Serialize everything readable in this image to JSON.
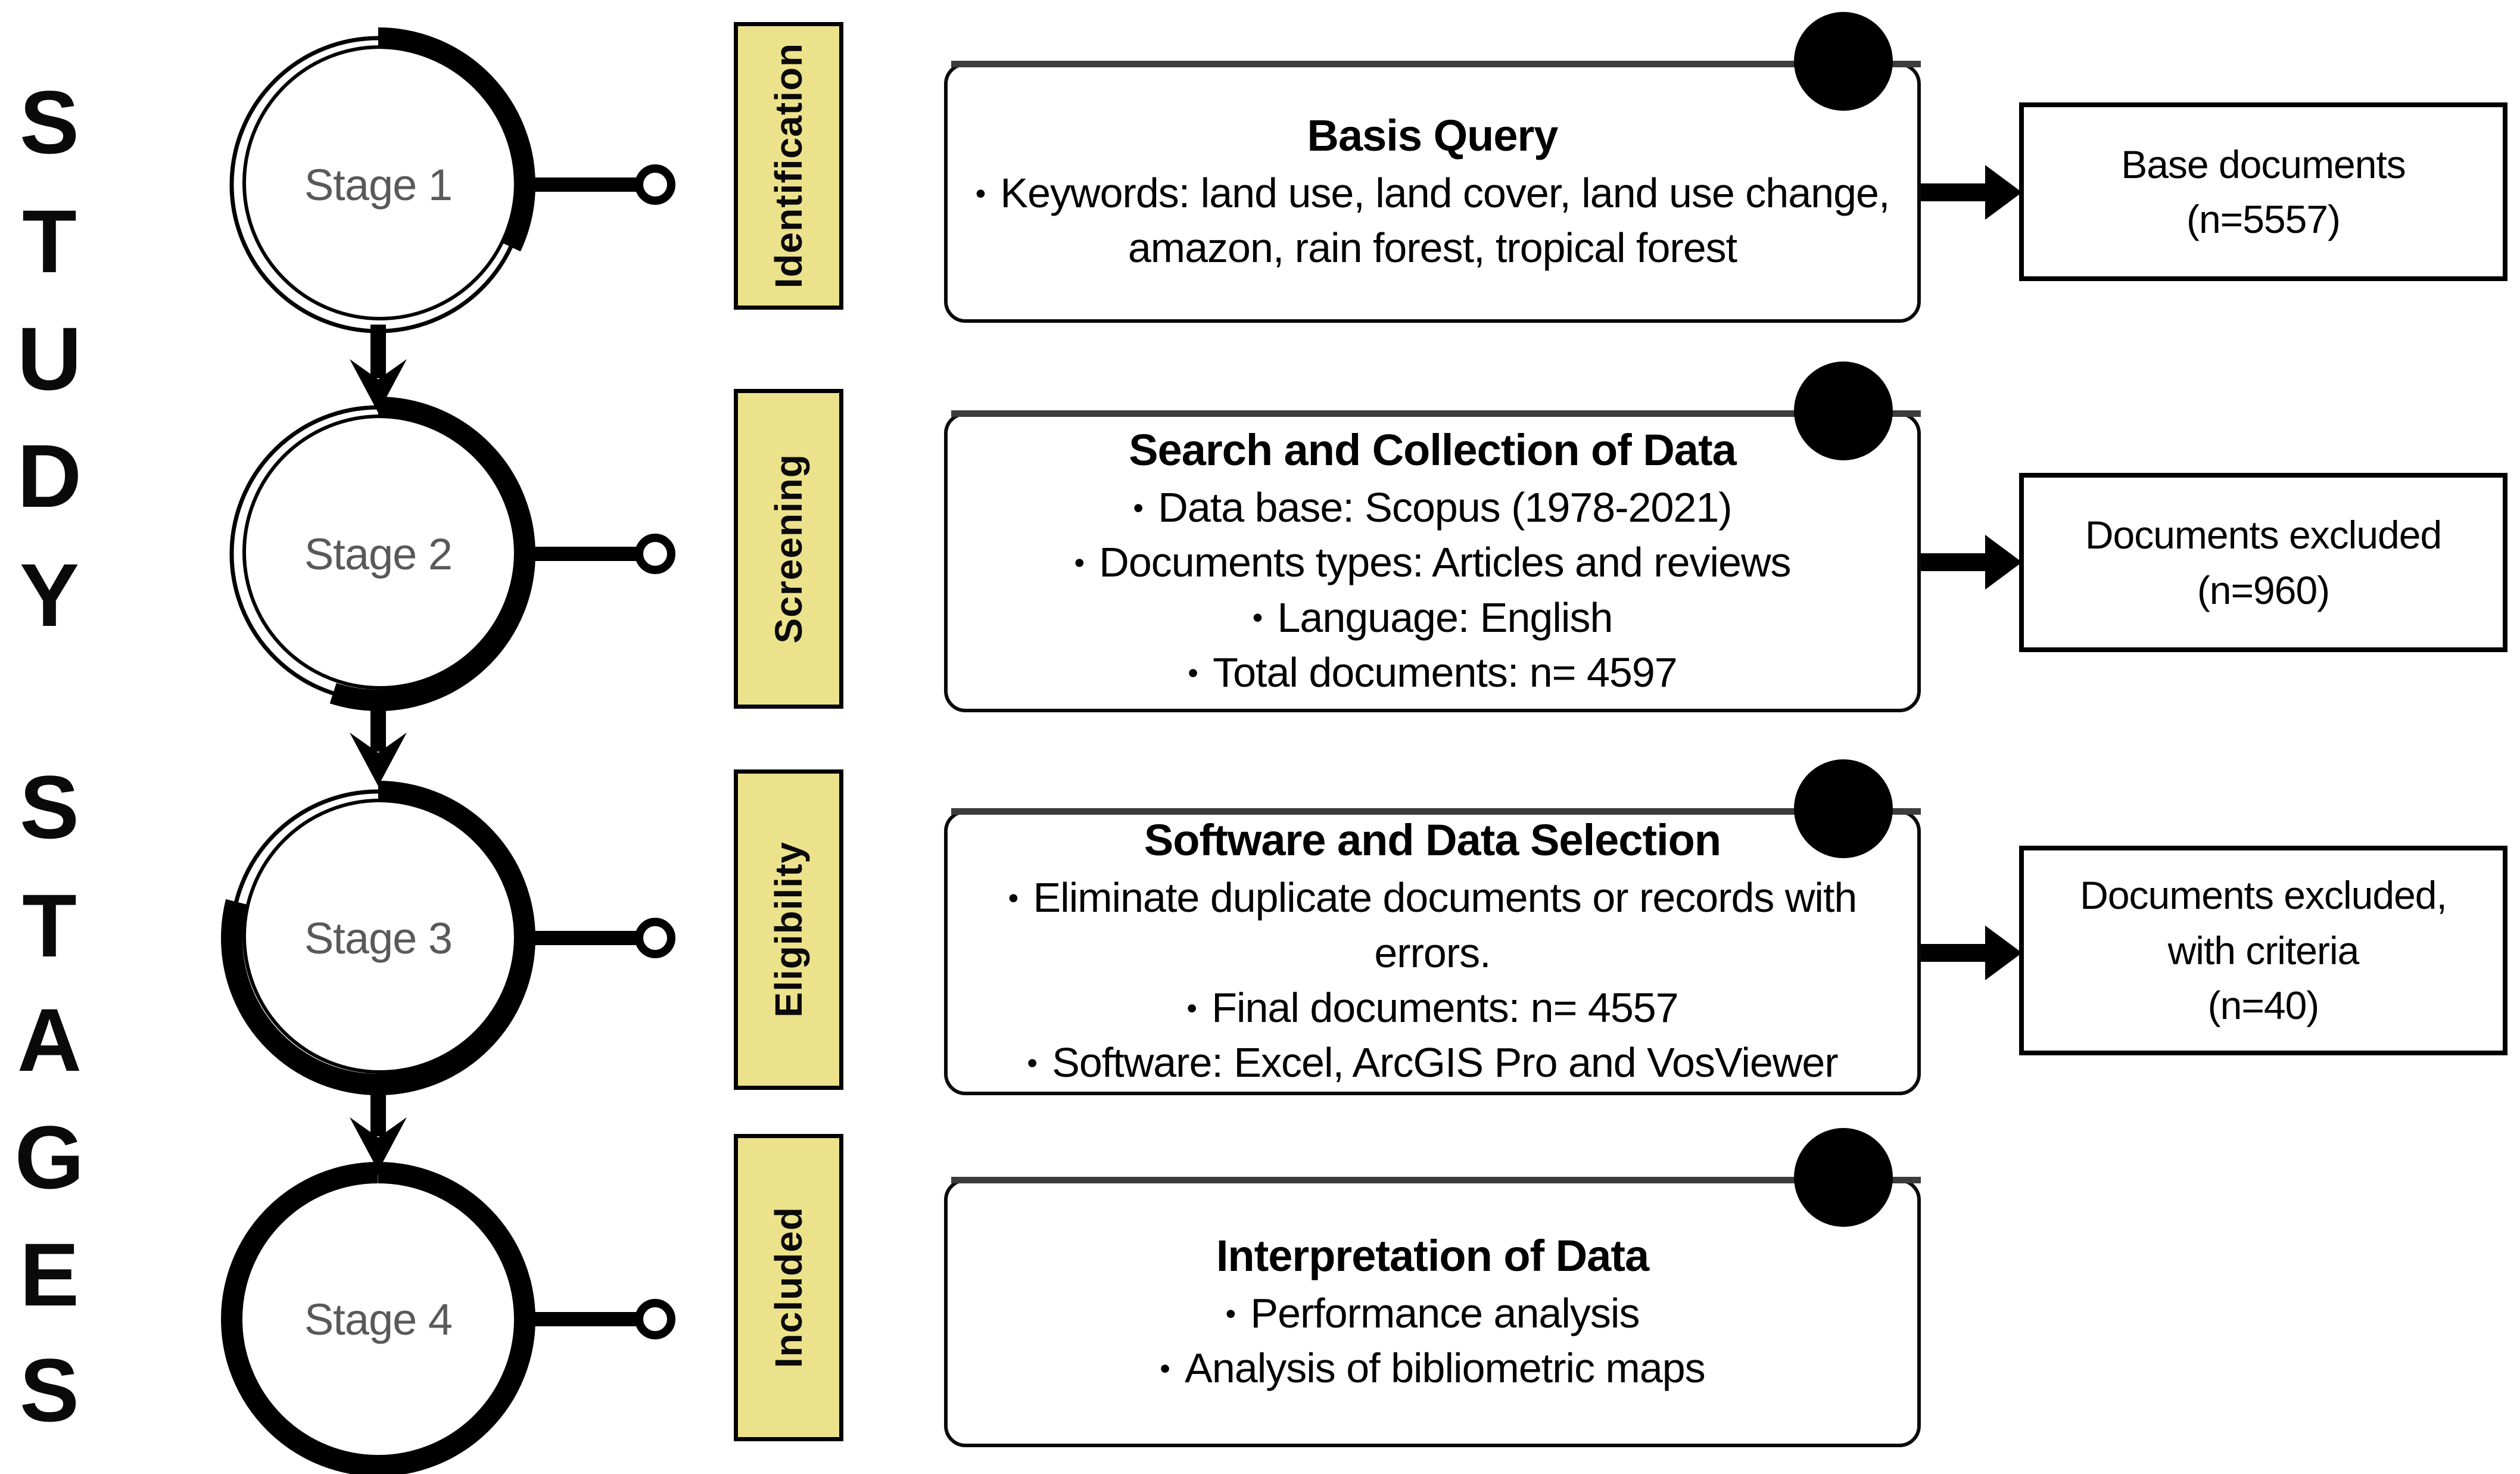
{
  "left_rail": {
    "study_letters": [
      "S",
      "T",
      "U",
      "D",
      "Y"
    ],
    "stages_letters": [
      "S",
      "T",
      "A",
      "G",
      "E",
      "S"
    ]
  },
  "stage_nodes": [
    {
      "label": "Stage 1",
      "progress": 0.32
    },
    {
      "label": "Stage 2",
      "progress": 0.55
    },
    {
      "label": "Stage 3",
      "progress": 0.79
    },
    {
      "label": "Stage 4",
      "progress": 1
    }
  ],
  "phase_labels": [
    "Identification",
    "Screening",
    "Eligibility",
    "Included"
  ],
  "main_boxes": [
    {
      "title": "Basis Query",
      "bullets": [
        "Keywords: land use, land cover, land use change, amazon, rain forest, tropical forest"
      ]
    },
    {
      "title": "Search and Collection of Data",
      "bullets": [
        "Data base: Scopus (1978-2021)",
        "Documents types: Articles and reviews",
        "Language: English",
        "Total documents: n= 4597"
      ]
    },
    {
      "title": "Software and Data Selection",
      "bullets": [
        "Eliminate duplicate documents or records with errors.",
        "Final documents: n= 4557",
        "Software: Excel, ArcGIS Pro and VosViewer"
      ]
    },
    {
      "title": "Interpretation of Data",
      "bullets": [
        "Performance analysis",
        "Analysis of bibliometric maps"
      ]
    }
  ],
  "outcome_boxes": [
    {
      "text": "Base documents\n(n=5557)"
    },
    {
      "text": "Documents excluded\n(n=960)"
    },
    {
      "text": "Documents excluded,\nwith criteria\n(n=40)"
    }
  ],
  "glyphs": {
    "bullet": "•"
  },
  "colors": {
    "phase_fill": "#EDE28C",
    "stage_text": "#595959",
    "ink": "#000000",
    "shadow": "#3c3c3c"
  }
}
